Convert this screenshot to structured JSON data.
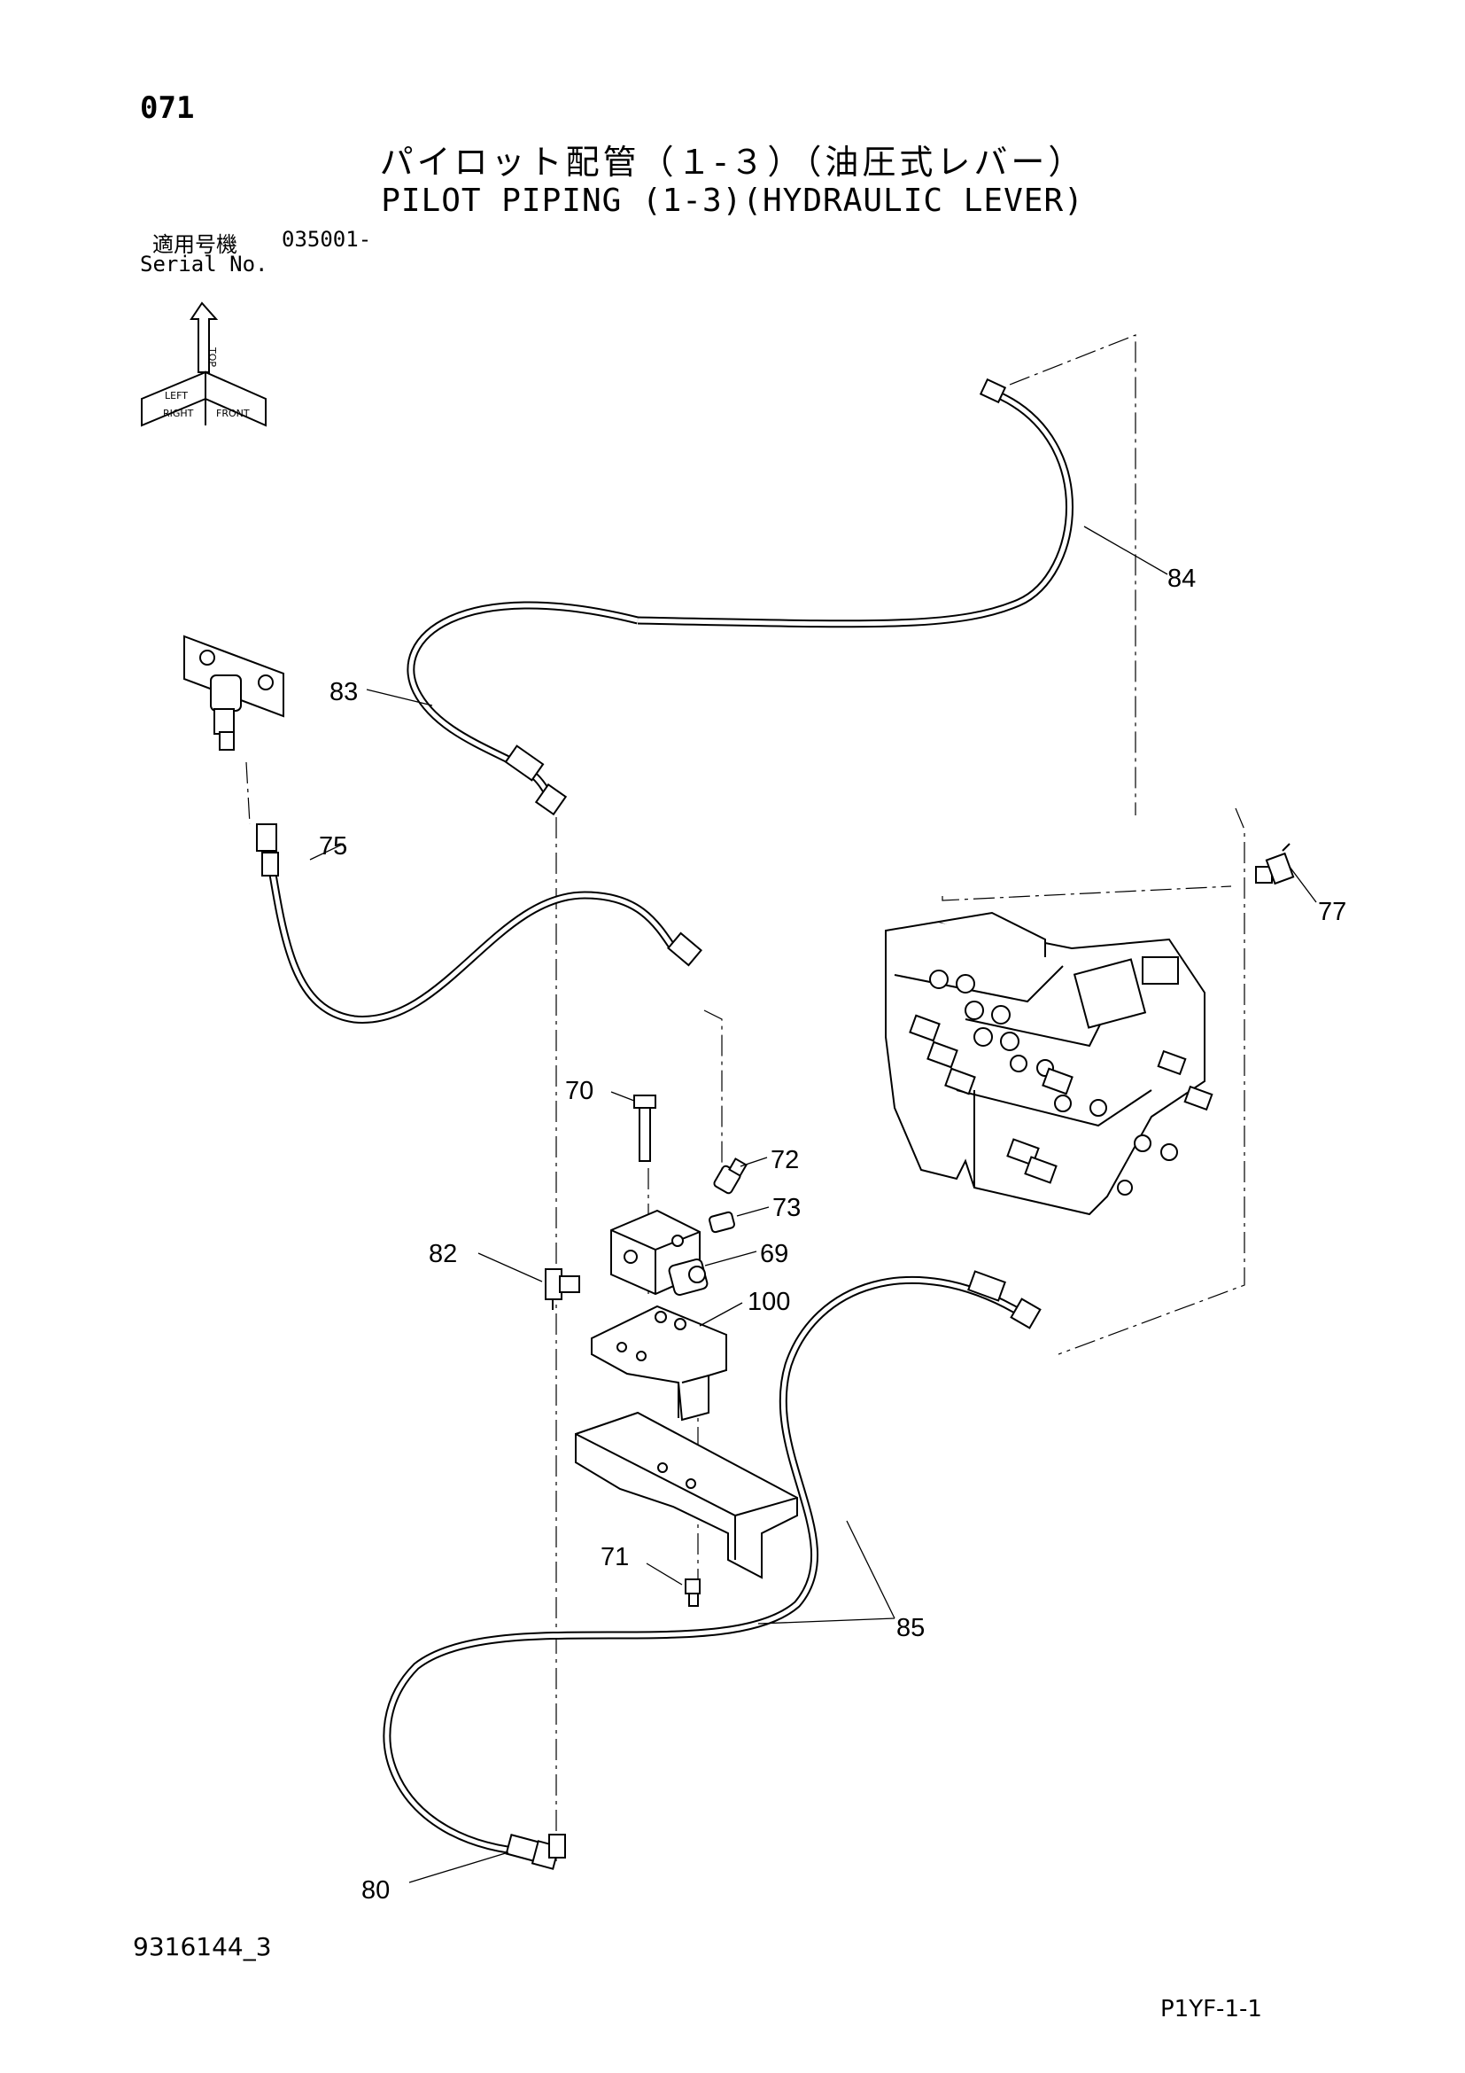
{
  "header": {
    "page_number": "071",
    "title_japanese": "パイロット配管（１-３）（油圧式レバー）",
    "title_english": "PILOT PIPING (1-3)(HYDRAULIC LEVER)",
    "serial_label_japanese": "適用号機",
    "serial_range": "035001-",
    "serial_label_english": "Serial No."
  },
  "orientation_icon": {
    "labels": [
      "TOP",
      "RIGHT",
      "FRONT",
      "LEFT"
    ]
  },
  "callouts": [
    {
      "id": "84",
      "label": "84"
    },
    {
      "id": "83",
      "label": "83"
    },
    {
      "id": "75",
      "label": "75"
    },
    {
      "id": "77",
      "label": "77"
    },
    {
      "id": "70",
      "label": "70"
    },
    {
      "id": "72",
      "label": "72"
    },
    {
      "id": "73",
      "label": "73"
    },
    {
      "id": "82",
      "label": "82"
    },
    {
      "id": "69",
      "label": "69"
    },
    {
      "id": "100",
      "label": "100"
    },
    {
      "id": "71",
      "label": "71"
    },
    {
      "id": "85",
      "label": "85"
    },
    {
      "id": "80",
      "label": "80"
    }
  ],
  "footer": {
    "drawing_number": "9316144_3",
    "sheet_reference": "P1YF-1-1"
  }
}
